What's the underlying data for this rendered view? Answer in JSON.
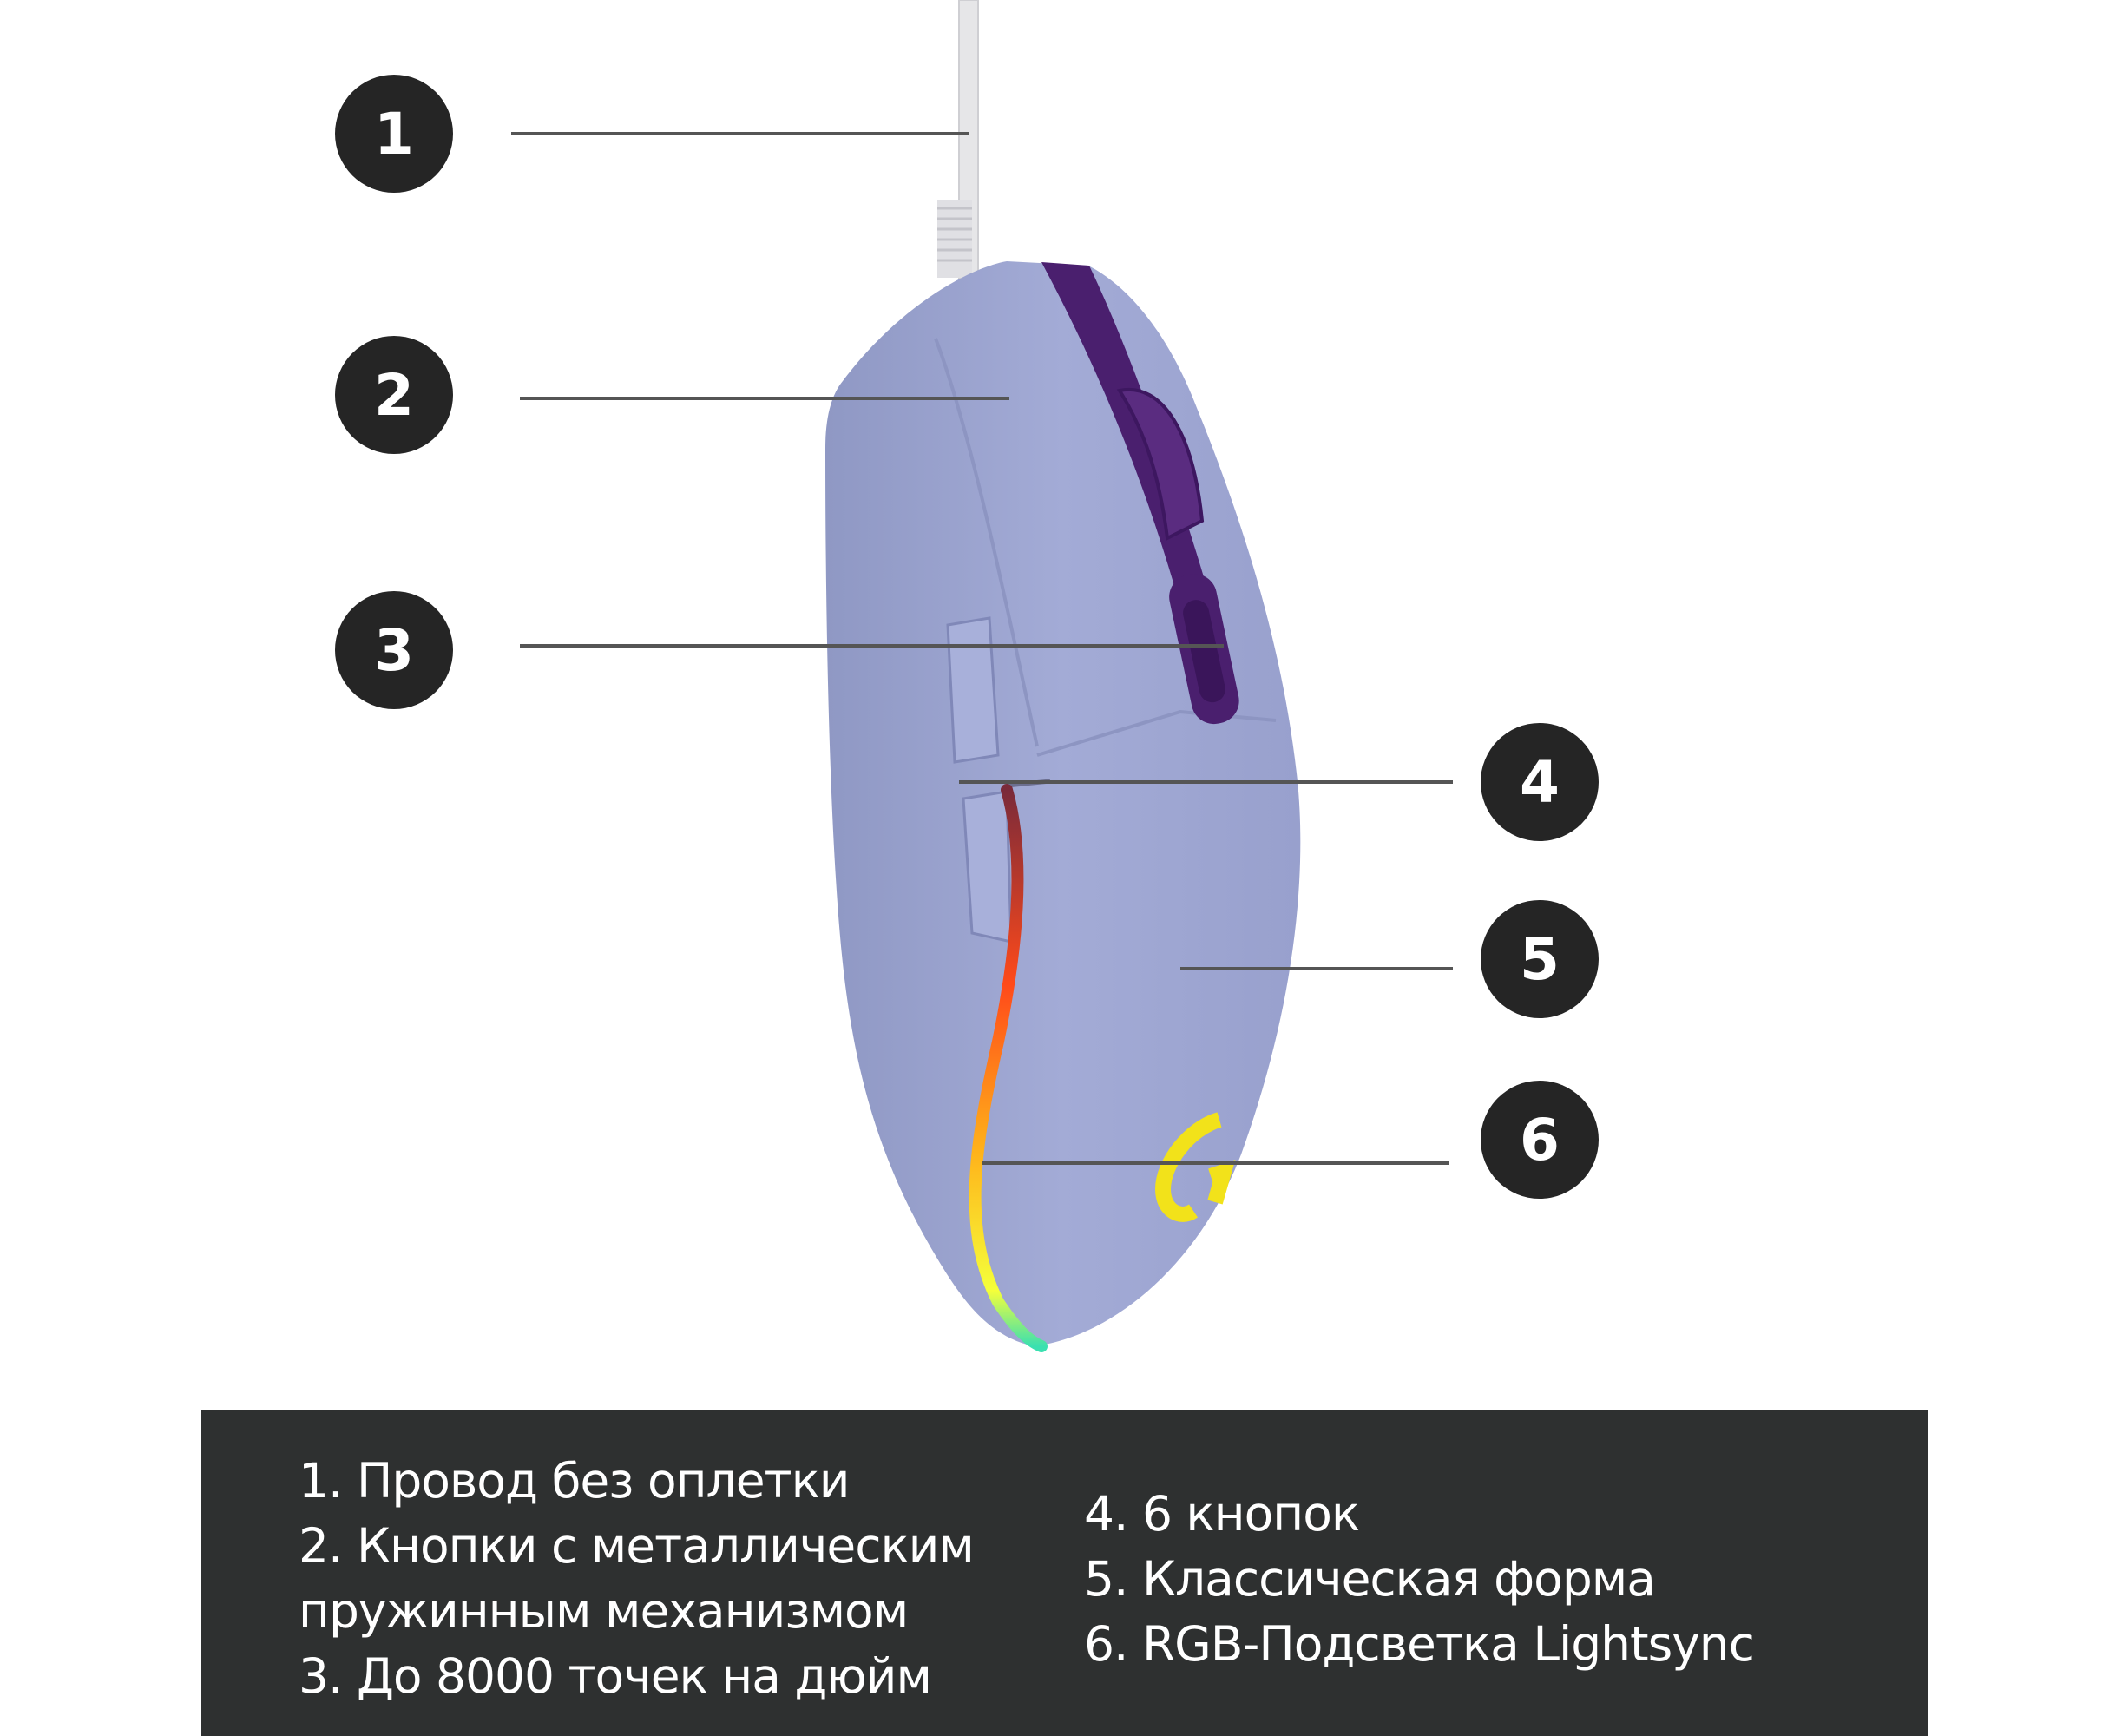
{
  "callouts": [
    "1",
    "2",
    "3",
    "4",
    "5",
    "6"
  ],
  "features_left": [
    "1. Провод без оплетки",
    "2. Кнопки с металлическим",
    "пружинным механизмом",
    "3. До 8000 точек на дюйм"
  ],
  "features_right": [
    "4. 6 кнопок",
    "5. Классическая форма",
    "6. RGB-Подсветка Lightsync"
  ],
  "colors": {
    "mouse_body": "#9ea6d2",
    "accent_purple": "#4a1f6e",
    "panel": "#2e3030",
    "badge": "#252525"
  }
}
